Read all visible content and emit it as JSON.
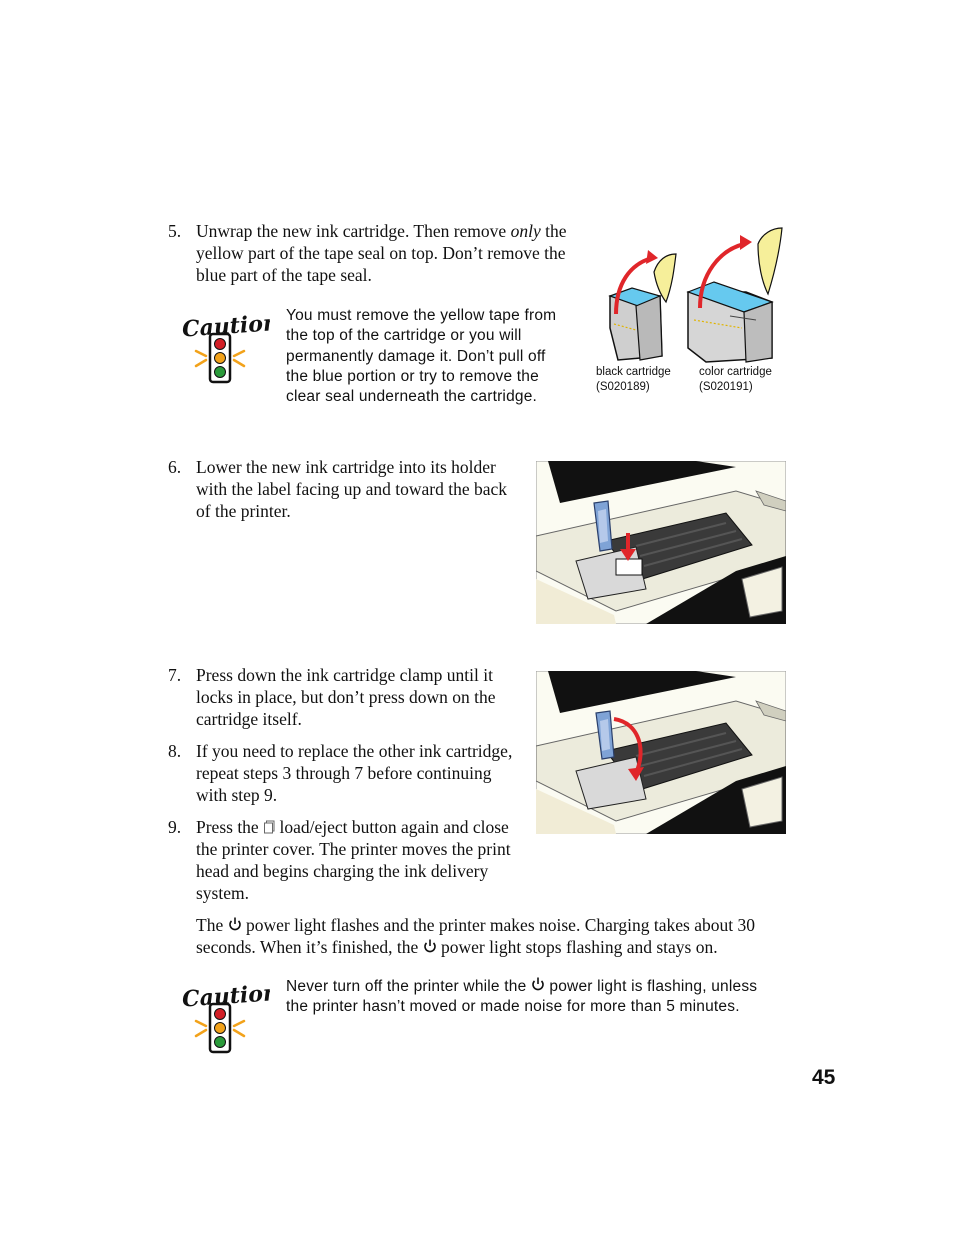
{
  "page_number": "45",
  "step5": {
    "number": "5.",
    "text_before": "Unwrap the new ink cartridge. Then remove ",
    "text_emphasis": "only",
    "text_after": " the yellow part of the tape seal on top. Don’t remove the blue part of the tape seal."
  },
  "caution1": {
    "heading": "Caution",
    "text": "You must remove the yellow tape from the top of the cartridge or you will permanently damage it. Don’t pull off the blue portion or try to remove the clear seal underneath the cartridge."
  },
  "cartridges": {
    "black_caption_line1": "black cartridge",
    "black_caption_line2": "(S020189)",
    "color_caption_line1": "color cartridge",
    "color_caption_line2": "(S020191)"
  },
  "step6": {
    "number": "6.",
    "text": "Lower the new ink cartridge into its holder with the label facing up and toward the back of the printer."
  },
  "step7": {
    "number": "7.",
    "text": "Press down the ink cartridge clamp until it locks in place, but don’t press down on the cartridge itself."
  },
  "step8": {
    "number": "8.",
    "text": "If you need to replace the other ink cartridge, repeat steps 3 through 7 before continuing with step 9."
  },
  "step9": {
    "number": "9.",
    "text_before": "Press the ",
    "text_after": " load/eject button again and close the printer cover. The printer moves the print head and begins charging the ink delivery system."
  },
  "power_paragraph": {
    "part1": "The ",
    "part2": " power light flashes and the printer makes noise. Charging takes about 30 seconds. When it’s finished, the ",
    "part3": " power light stops flashing and stays on."
  },
  "caution2": {
    "heading": "Caution",
    "part1": "Never turn off the printer while the ",
    "part2": " power light is flashing, unless the printer hasn’t moved or made noise for more than 5 minutes."
  },
  "icons": {
    "caution": "traffic-light-caution-icon",
    "power": "power-icon",
    "load_eject": "load-eject-icon"
  },
  "colors": {
    "caution_red": "#d21f26",
    "caution_amber": "#f2a21a",
    "caution_green": "#2a9a3a",
    "tape_yellow": "#f6ef9a",
    "tape_blue": "#66c9ef",
    "arrow_red": "#e0262a",
    "clamp_blue": "#7fa3d6"
  }
}
